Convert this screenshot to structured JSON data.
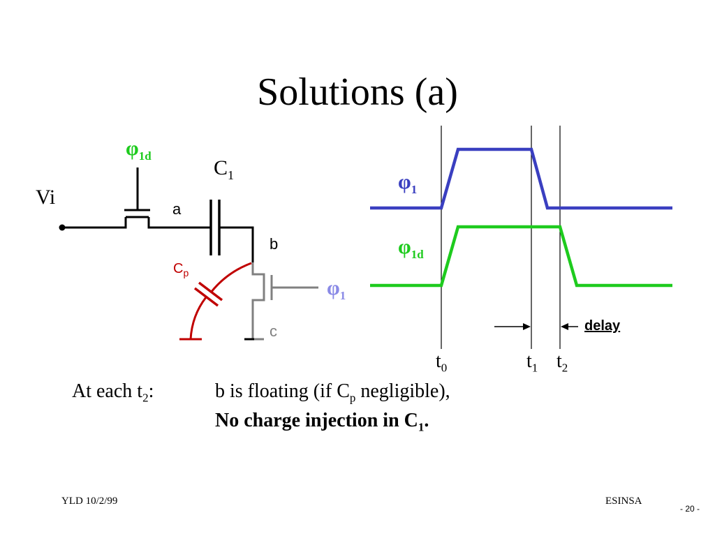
{
  "slide": {
    "title": "Solutions (a)",
    "page_number": "- 20 -"
  },
  "footer": {
    "left": "YLD 10/2/99",
    "right": "ESINSA"
  },
  "circuit": {
    "input_label": "Vi",
    "node_a": "a",
    "node_b": "b",
    "node_c": "c",
    "cap_c1": {
      "base": "C",
      "sub": "1"
    },
    "cap_cp": {
      "base": "C",
      "sub": "p"
    },
    "switch1_clock": {
      "base": "φ",
      "sub": "1d"
    },
    "switch2_clock": {
      "base": "φ",
      "sub": "1"
    }
  },
  "timing": {
    "signal1": {
      "base": "φ",
      "sub": "1"
    },
    "signal2": {
      "base": "φ",
      "sub": "1d"
    },
    "t0": {
      "base": "t",
      "sub": "0"
    },
    "t1": {
      "base": "t",
      "sub": "1"
    },
    "t2": {
      "base": "t",
      "sub": "2"
    },
    "delay_label": "delay"
  },
  "text": {
    "line1_prefix": "At each t",
    "line1_prefix_sub": "2",
    "line1_prefix_suffix": ":",
    "line1_main_a": "b is floating (if C",
    "line1_main_sub": "p",
    "line1_main_b": " negligible),",
    "line2_a": "No charge injection in C",
    "line2_sub": "1",
    "line2_b": "."
  },
  "colors": {
    "phi1": "#3a3fc0",
    "phi1d": "#1ecb1e",
    "cp": "#c00000",
    "phi1_light": "#8a8ae6",
    "switch_gray": "#808080"
  }
}
